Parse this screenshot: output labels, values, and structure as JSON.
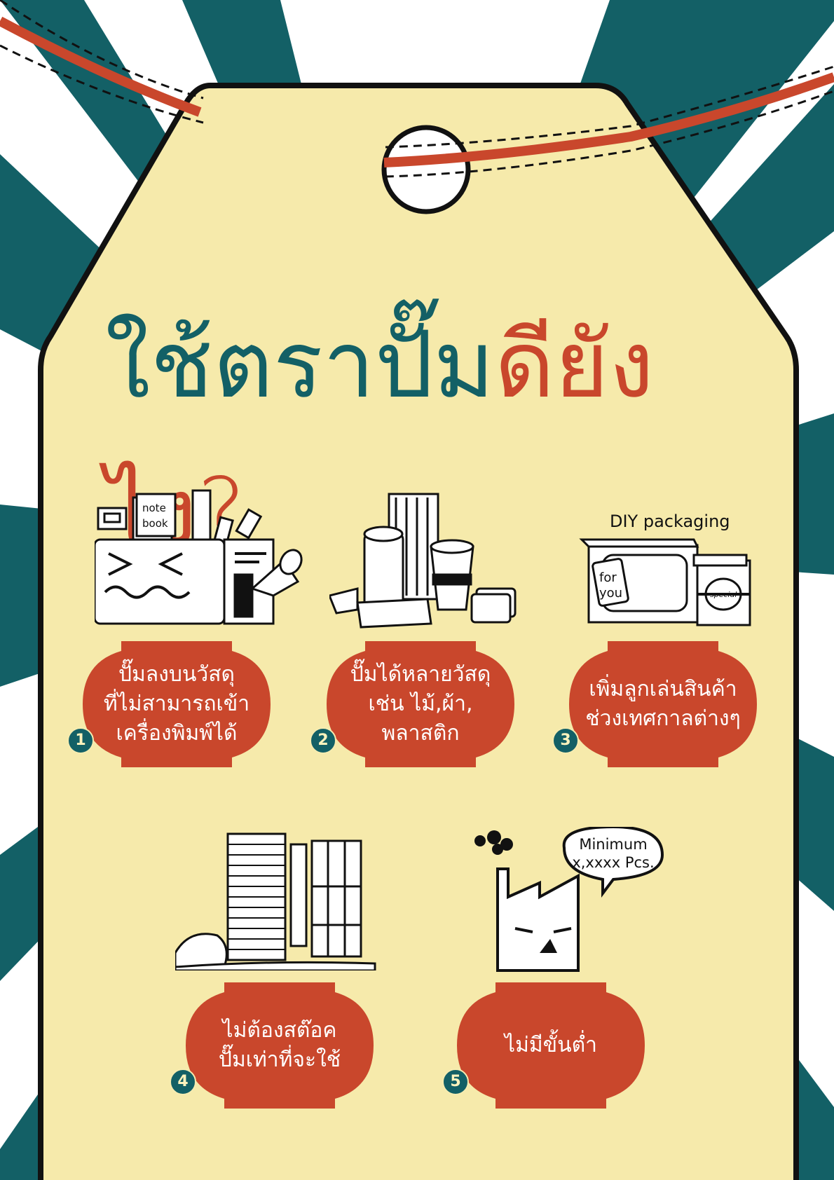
{
  "title": {
    "part1": "ใช้ตราปั๊ม",
    "part2": "ดียังไง?"
  },
  "colors": {
    "teal": "#136066",
    "red": "#c9472c",
    "tag": "#f6eaab",
    "ink": "#111111"
  },
  "steps": [
    {
      "number": "1",
      "lines": [
        "ปั๊มลงบนวัสดุ",
        "ที่ไม่สามารถเข้า",
        "เครื่องพิมพ์ได้"
      ]
    },
    {
      "number": "2",
      "lines": [
        "ปั๊มได้หลายวัสดุ",
        "เช่น ไม้,ผ้า,",
        "พลาสติก"
      ]
    },
    {
      "number": "3",
      "lines": [
        "เพิ่มลูกเล่นสินค้า",
        "ช่วงเทศกาลต่างๆ"
      ]
    },
    {
      "number": "4",
      "lines": [
        "ไม่ต้องสต๊อค",
        "ปั๊มเท่าที่จะใช้"
      ]
    },
    {
      "number": "5",
      "lines": [
        "ไม่มีขั้นต่ำ"
      ]
    }
  ],
  "illustrations": {
    "notebook_label_1": "note",
    "notebook_label_2": "book",
    "diy_label": "DIY packaging",
    "tag_label_1": "for",
    "tag_label_2": "you",
    "box_label": "special",
    "bubble_line_1": "Minimum",
    "bubble_line_2": "x,xxxx Pcs."
  }
}
